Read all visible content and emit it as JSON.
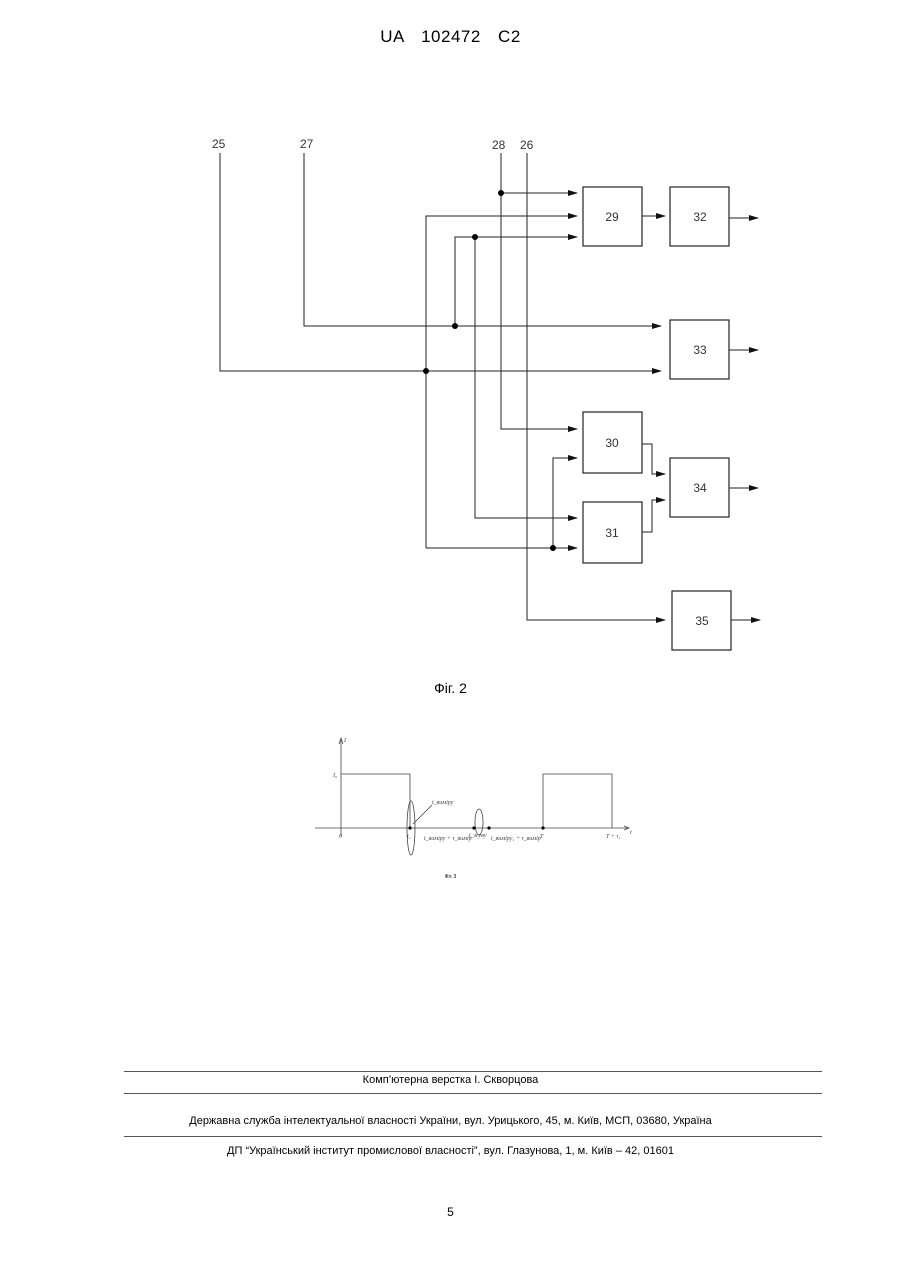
{
  "header": {
    "patent_number": "UA   102472   C2"
  },
  "figure2": {
    "caption": "Фіг. 2",
    "input_labels": [
      "25",
      "27",
      "28",
      "26"
    ],
    "blocks": [
      "29",
      "32",
      "33",
      "30",
      "34",
      "31",
      "35"
    ]
  },
  "figure3": {
    "caption": "Фіг. 3",
    "axis_labels": {
      "y": "I",
      "x": "t",
      "level": "I₀",
      "origin": "0",
      "t1": "t₁",
      "T": "T",
      "T_end": "T + τ₁"
    },
    "annotations": {
      "a1": "t_виміру",
      "a2": "t_виміру + τ_вимір",
      "a3": "t_зсуву",
      "a4": "t_виміру₁ + τ_вимір"
    }
  },
  "footer": {
    "line1": "Комп’ютерна верстка І. Скворцова",
    "line2": "Державна служба інтелектуальної власності України, вул. Урицького, 45, м. Київ, МСП, 03680, Україна",
    "line3": "ДП “Український інститут промислової власності”, вул. Глазунова, 1, м. Київ – 42, 01601",
    "page_number": "5"
  }
}
